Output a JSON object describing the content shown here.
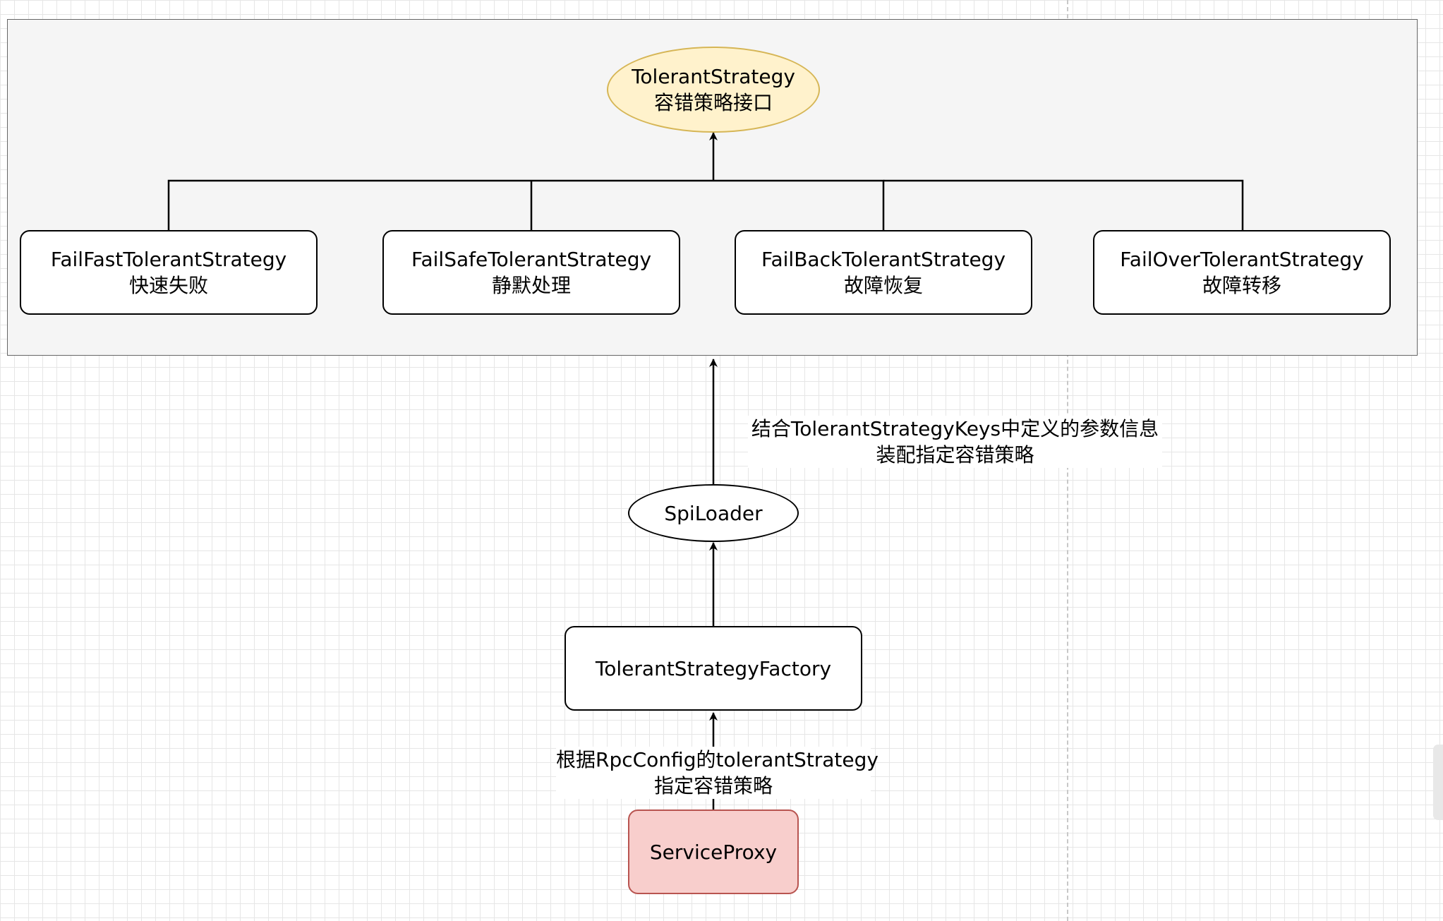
{
  "diagram": {
    "root": {
      "name": "TolerantStrategy",
      "subtitle": "容错策略接口"
    },
    "strategies": [
      {
        "name": "FailFastTolerantStrategy",
        "subtitle": "快速失败"
      },
      {
        "name": "FailSafeTolerantStrategy",
        "subtitle": "静默处理"
      },
      {
        "name": "FailBackTolerantStrategy",
        "subtitle": "故障恢复"
      },
      {
        "name": "FailOverTolerantStrategy",
        "subtitle": "故障转移"
      }
    ],
    "loader": {
      "name": "SpiLoader"
    },
    "factory": {
      "name": "TolerantStrategyFactory"
    },
    "proxy": {
      "name": "ServiceProxy"
    },
    "edge_labels": {
      "loader_to_container": {
        "line1": "结合TolerantStrategyKeys中定义的参数信息",
        "line2": "装配指定容错策略"
      },
      "proxy_to_factory": {
        "line1": "根据RpcConfig的tolerantStrategy",
        "line2": "指定容错策略"
      }
    },
    "colors": {
      "root_fill": "#fff2cc",
      "root_stroke": "#d6b656",
      "proxy_fill": "#f8cecc",
      "proxy_stroke": "#b85450",
      "container_fill": "#f5f5f5"
    }
  }
}
